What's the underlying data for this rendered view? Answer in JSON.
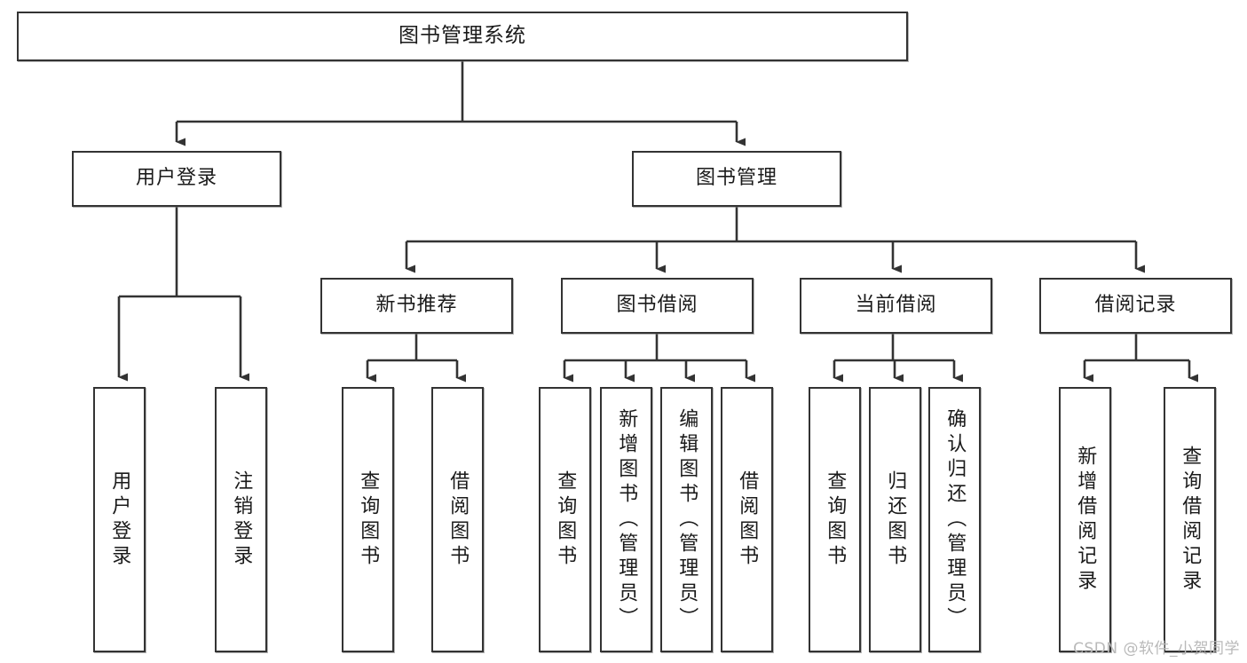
{
  "diagram": {
    "type": "tree-hierarchy-chart",
    "title": "图书管理系统",
    "background_color": "#ffffff",
    "line_color": "#333333",
    "text_color": "#1a1a1a"
  },
  "nodes": {
    "root": {
      "label": "图书管理系统"
    },
    "level2": [
      {
        "id": "user-login",
        "label": "用户登录"
      },
      {
        "id": "book-manage",
        "label": "图书管理"
      }
    ],
    "level3": [
      {
        "id": "new-book-recommend",
        "label": "新书推荐"
      },
      {
        "id": "book-borrow",
        "label": "图书借阅"
      },
      {
        "id": "current-borrow",
        "label": "当前借阅"
      },
      {
        "id": "borrow-record",
        "label": "借阅记录"
      }
    ],
    "leaves": [
      {
        "id": "leaf-user-login",
        "label": "用户登录",
        "parent": "user-login"
      },
      {
        "id": "leaf-logout-login",
        "label": "注销登录",
        "parent": "user-login"
      },
      {
        "id": "leaf-query-book-1",
        "label": "查询图书",
        "parent": "new-book-recommend"
      },
      {
        "id": "leaf-borrow-book-1",
        "label": "借阅图书",
        "parent": "new-book-recommend"
      },
      {
        "id": "leaf-query-book-2",
        "label": "查询图书",
        "parent": "book-borrow"
      },
      {
        "id": "leaf-add-book",
        "label": "新增图书（管理员）",
        "parent": "book-borrow"
      },
      {
        "id": "leaf-edit-book",
        "label": "编辑图书（管理员）",
        "parent": "book-borrow"
      },
      {
        "id": "leaf-borrow-book-2",
        "label": "借阅图书",
        "parent": "book-borrow"
      },
      {
        "id": "leaf-query-book-3",
        "label": "查询图书",
        "parent": "current-borrow"
      },
      {
        "id": "leaf-return-book",
        "label": "归还图书",
        "parent": "current-borrow"
      },
      {
        "id": "leaf-confirm-return",
        "label": "确认归还（管理员）",
        "parent": "current-borrow"
      },
      {
        "id": "leaf-add-record",
        "label": "新增借阅记录",
        "parent": "borrow-record"
      },
      {
        "id": "leaf-query-record",
        "label": "查询借阅记录",
        "parent": "borrow-record"
      }
    ]
  },
  "watermark": {
    "text": "CSDN @软件_小贺同学"
  }
}
